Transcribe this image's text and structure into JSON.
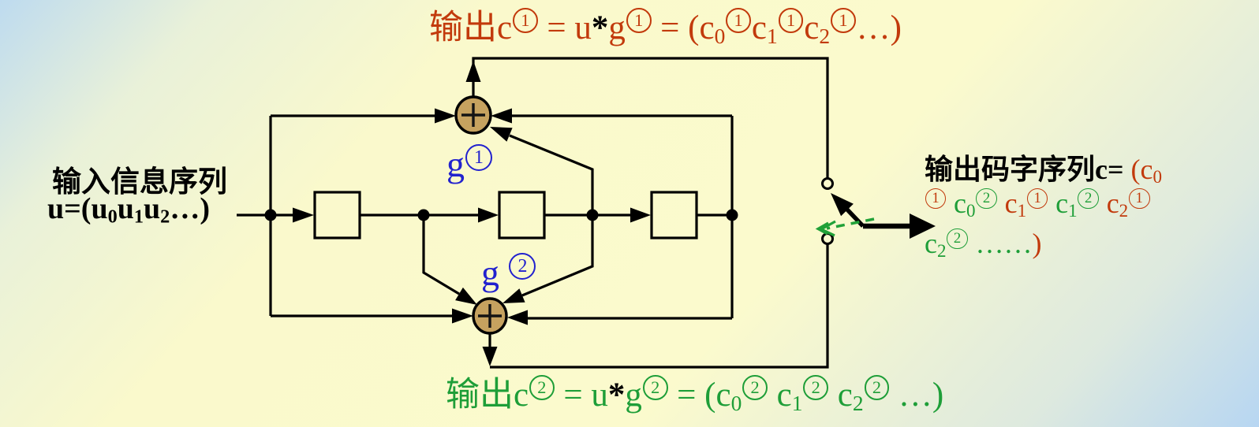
{
  "colors": {
    "red": "#c23a0c",
    "green": "#1e9e38",
    "blue": "#2222ce",
    "black": "#000000",
    "line": "#000000",
    "adder_fill": "#c6a25f",
    "switch_green": "#21a138",
    "bg_blue": "#bedbef",
    "bg_yellow": "#faf9cc"
  },
  "top_formula": {
    "segments": [
      {
        "t": "输出c",
        "c": "red"
      },
      {
        "t": "1",
        "k": "cs",
        "c": "red"
      },
      {
        "t": " = ",
        "c": "red"
      },
      {
        "t": "u",
        "c": "red"
      },
      {
        "t": "*",
        "c": "black",
        "b": 1
      },
      {
        "t": "g",
        "c": "red"
      },
      {
        "t": "1",
        "k": "cs",
        "c": "red"
      },
      {
        "t": " = (",
        "c": "red"
      },
      {
        "t": "c",
        "c": "red"
      },
      {
        "t": "0",
        "k": "sub",
        "c": "red"
      },
      {
        "t": "1",
        "k": "cs",
        "c": "red"
      },
      {
        "t": "c",
        "c": "red"
      },
      {
        "t": "1",
        "k": "sub",
        "c": "red"
      },
      {
        "t": "1",
        "k": "cs",
        "c": "red"
      },
      {
        "t": "c",
        "c": "red"
      },
      {
        "t": "2",
        "k": "sub",
        "c": "red"
      },
      {
        "t": "1",
        "k": "cs",
        "c": "red"
      },
      {
        "t": "…)",
        "c": "red"
      }
    ]
  },
  "input_label": {
    "line1": [
      {
        "t": "输入信息序列",
        "c": "black",
        "b": 1
      }
    ],
    "line2": [
      {
        "t": "u=(u",
        "c": "black",
        "b": 1
      },
      {
        "t": "0",
        "k": "sub",
        "c": "black",
        "b": 1
      },
      {
        "t": "u",
        "c": "black",
        "b": 1
      },
      {
        "t": "1",
        "k": "sub",
        "c": "black",
        "b": 1
      },
      {
        "t": "u",
        "c": "black",
        "b": 1
      },
      {
        "t": "2",
        "k": "sub",
        "c": "black",
        "b": 1
      },
      {
        "t": "…)",
        "c": "black",
        "b": 1
      }
    ]
  },
  "g1_label": {
    "segments": [
      {
        "t": "g",
        "c": "blue"
      },
      {
        "t": "1",
        "k": "cs",
        "c": "blue"
      }
    ]
  },
  "g2_label": {
    "segments": [
      {
        "t": "g ",
        "c": "blue"
      },
      {
        "t": "2",
        "k": "cs",
        "c": "blue"
      }
    ]
  },
  "output_label": {
    "line1": [
      {
        "t": "输出码字序列c=",
        "c": "black",
        "b": 1
      },
      {
        "t": " (",
        "c": "red"
      },
      {
        "t": "c",
        "c": "red"
      },
      {
        "t": "0",
        "k": "sub",
        "c": "red"
      }
    ],
    "line2": [
      {
        "t": "1",
        "k": "cs",
        "c": "red"
      },
      {
        "t": " "
      },
      {
        "t": "c",
        "c": "green"
      },
      {
        "t": "0",
        "k": "sub",
        "c": "green"
      },
      {
        "t": "2",
        "k": "cs",
        "c": "green"
      },
      {
        "t": " "
      },
      {
        "t": "c",
        "c": "red"
      },
      {
        "t": "1",
        "k": "sub",
        "c": "red"
      },
      {
        "t": "1",
        "k": "cs",
        "c": "red"
      },
      {
        "t": " "
      },
      {
        "t": "c",
        "c": "green"
      },
      {
        "t": "1",
        "k": "sub",
        "c": "green"
      },
      {
        "t": "2",
        "k": "cs",
        "c": "green"
      },
      {
        "t": " "
      },
      {
        "t": "c",
        "c": "red"
      },
      {
        "t": "2",
        "k": "sub",
        "c": "red"
      },
      {
        "t": "1",
        "k": "cs",
        "c": "red"
      }
    ],
    "line3": [
      {
        "t": "c",
        "c": "green"
      },
      {
        "t": "2",
        "k": "sub",
        "c": "green"
      },
      {
        "t": "2",
        "k": "cs",
        "c": "green"
      },
      {
        "t": " ……",
        "c": "green"
      },
      {
        "t": ")",
        "c": "red"
      }
    ]
  },
  "bottom_formula": {
    "segments": [
      {
        "t": "输出c",
        "c": "green"
      },
      {
        "t": "2",
        "k": "cs",
        "c": "green"
      },
      {
        "t": " = ",
        "c": "green"
      },
      {
        "t": "u",
        "c": "green"
      },
      {
        "t": "*",
        "c": "black",
        "b": 1
      },
      {
        "t": "g",
        "c": "green"
      },
      {
        "t": "2",
        "k": "cs",
        "c": "green"
      },
      {
        "t": " = (",
        "c": "green"
      },
      {
        "t": "c",
        "c": "green"
      },
      {
        "t": "0",
        "k": "sub",
        "c": "green"
      },
      {
        "t": "2",
        "k": "cs",
        "c": "green"
      },
      {
        "t": " ",
        "c": "green"
      },
      {
        "t": "c",
        "c": "green"
      },
      {
        "t": "1",
        "k": "sub",
        "c": "green"
      },
      {
        "t": "2",
        "k": "cs",
        "c": "green"
      },
      {
        "t": " ",
        "c": "green"
      },
      {
        "t": "c",
        "c": "green"
      },
      {
        "t": "2",
        "k": "sub",
        "c": "green"
      },
      {
        "t": "2",
        "k": "cs",
        "c": "green"
      },
      {
        "t": " …)",
        "c": "green"
      }
    ]
  },
  "diagram": {
    "shift_register_count": 3,
    "adder_count": 2,
    "adder_symbol": "+",
    "switch_contact_count": 2
  }
}
